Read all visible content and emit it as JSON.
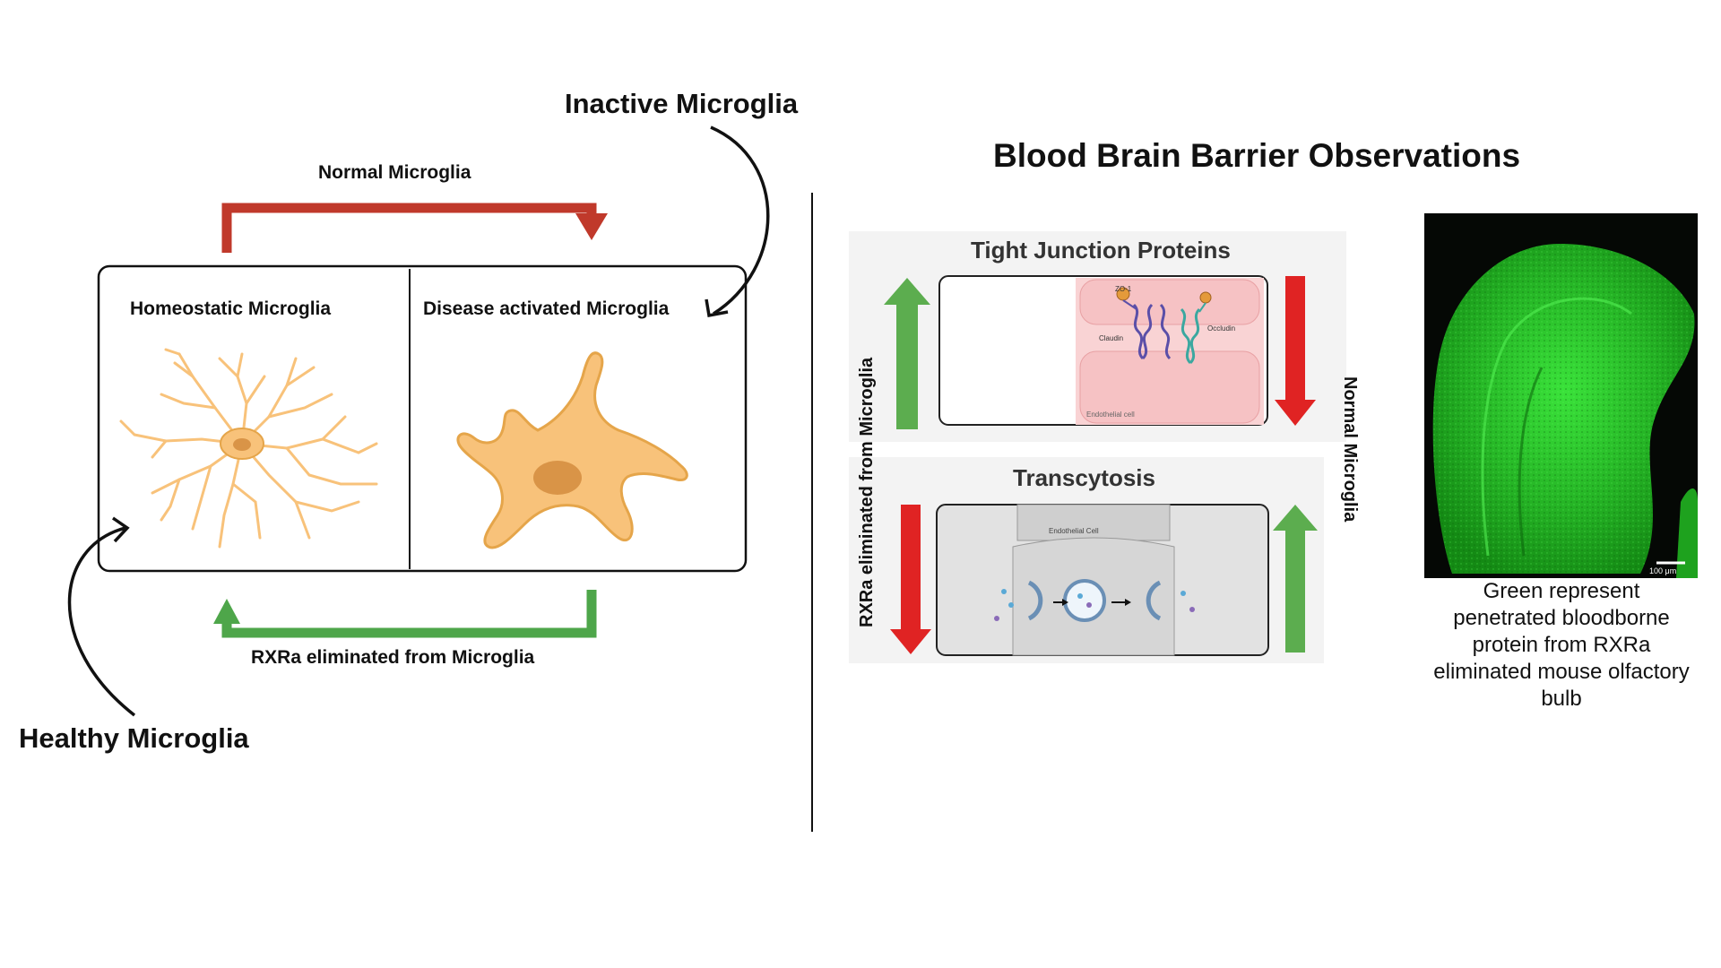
{
  "left_panel": {
    "inactive_label": "Inactive Microglia",
    "healthy_label": "Healthy Microglia",
    "normal_arrow_label": "Normal Microglia",
    "rxra_arrow_label": "RXRa eliminated from Microglia",
    "homeostatic_label": "Homeostatic Microglia",
    "disease_label": "Disease activated Microglia"
  },
  "right_panel": {
    "title": "Blood Brain Barrier Observations",
    "tight_junction_title": "Tight Junction Proteins",
    "transcytosis_title": "Transcytosis",
    "left_side_label": "RXRa eliminated from Microglia",
    "right_side_label": "Normal Microglia",
    "tj_zo1": "ZO-1",
    "tj_claudin": "Claudin",
    "tj_occludin": "Occludin",
    "tj_endothelial": "Endothelial cell",
    "tc_endothelial": "Endothelial Cell",
    "scale_bar": "100 μm",
    "caption": "Green represent penetrated  bloodborne protein from RXRa eliminated mouse olfactory bulb"
  },
  "colors": {
    "red_arrow": "#c0392b",
    "green_arrow": "#4ea64a",
    "cell_fill": "#f8c27a",
    "cell_stroke": "#e5a54a",
    "fluorescence": "#2ec92e"
  }
}
